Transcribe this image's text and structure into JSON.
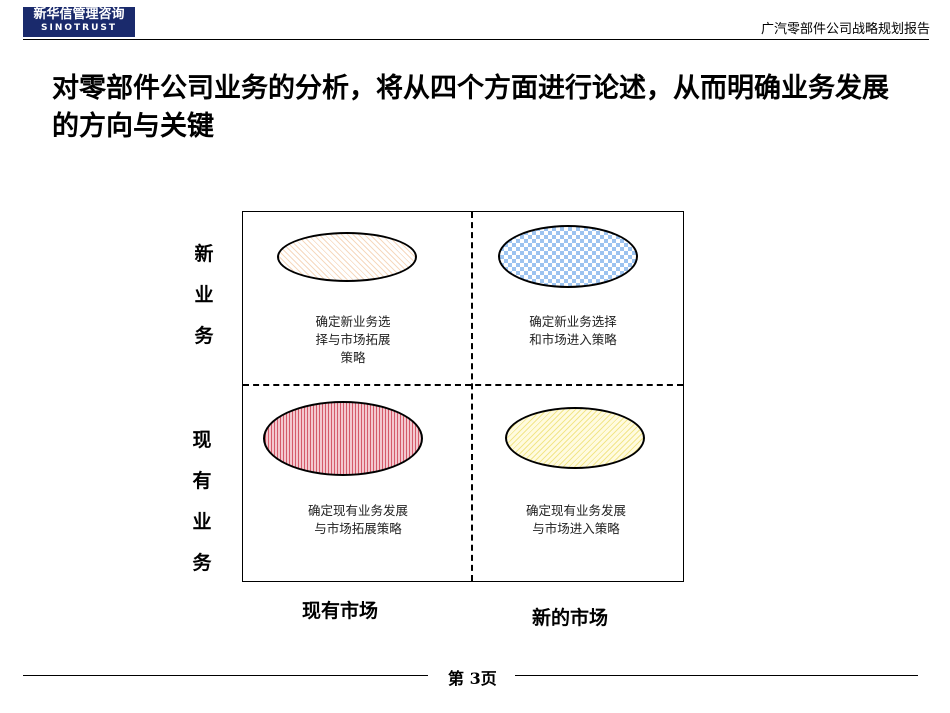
{
  "header": {
    "logo_cn": "新华信管理咨询",
    "logo_en": "SINOTRUST",
    "report_title": "广汽零部件公司战略规划报告"
  },
  "title": "对零部件公司业务的分析，将从四个方面进行论述，从而明确业务发展的方向与关键",
  "matrix": {
    "y_labels": {
      "new_business": [
        "新",
        "业",
        "务"
      ],
      "existing_business": [
        "现",
        "有",
        "业",
        "务"
      ]
    },
    "x_labels": {
      "existing_market": "现有市场",
      "new_market": "新的市场"
    },
    "quadrants": {
      "new_biz_existing_market": {
        "line1": "确定新业务选",
        "line2": "择与市场拓展",
        "line3": "策略",
        "color": "#f6d9bf"
      },
      "new_biz_new_market": {
        "line1": "确定新业务选择",
        "line2": "和市场进入策略",
        "color": "#9cc3f0"
      },
      "existing_biz_existing_market": {
        "line1": "确定现有业务发展",
        "line2": "与市场拓展策略",
        "color": "#d45a6a"
      },
      "existing_biz_new_market": {
        "line1": "确定现有业务发展",
        "line2": "与市场进入策略",
        "color": "#f2e68a"
      }
    }
  },
  "footer": {
    "page": "第 3页"
  }
}
